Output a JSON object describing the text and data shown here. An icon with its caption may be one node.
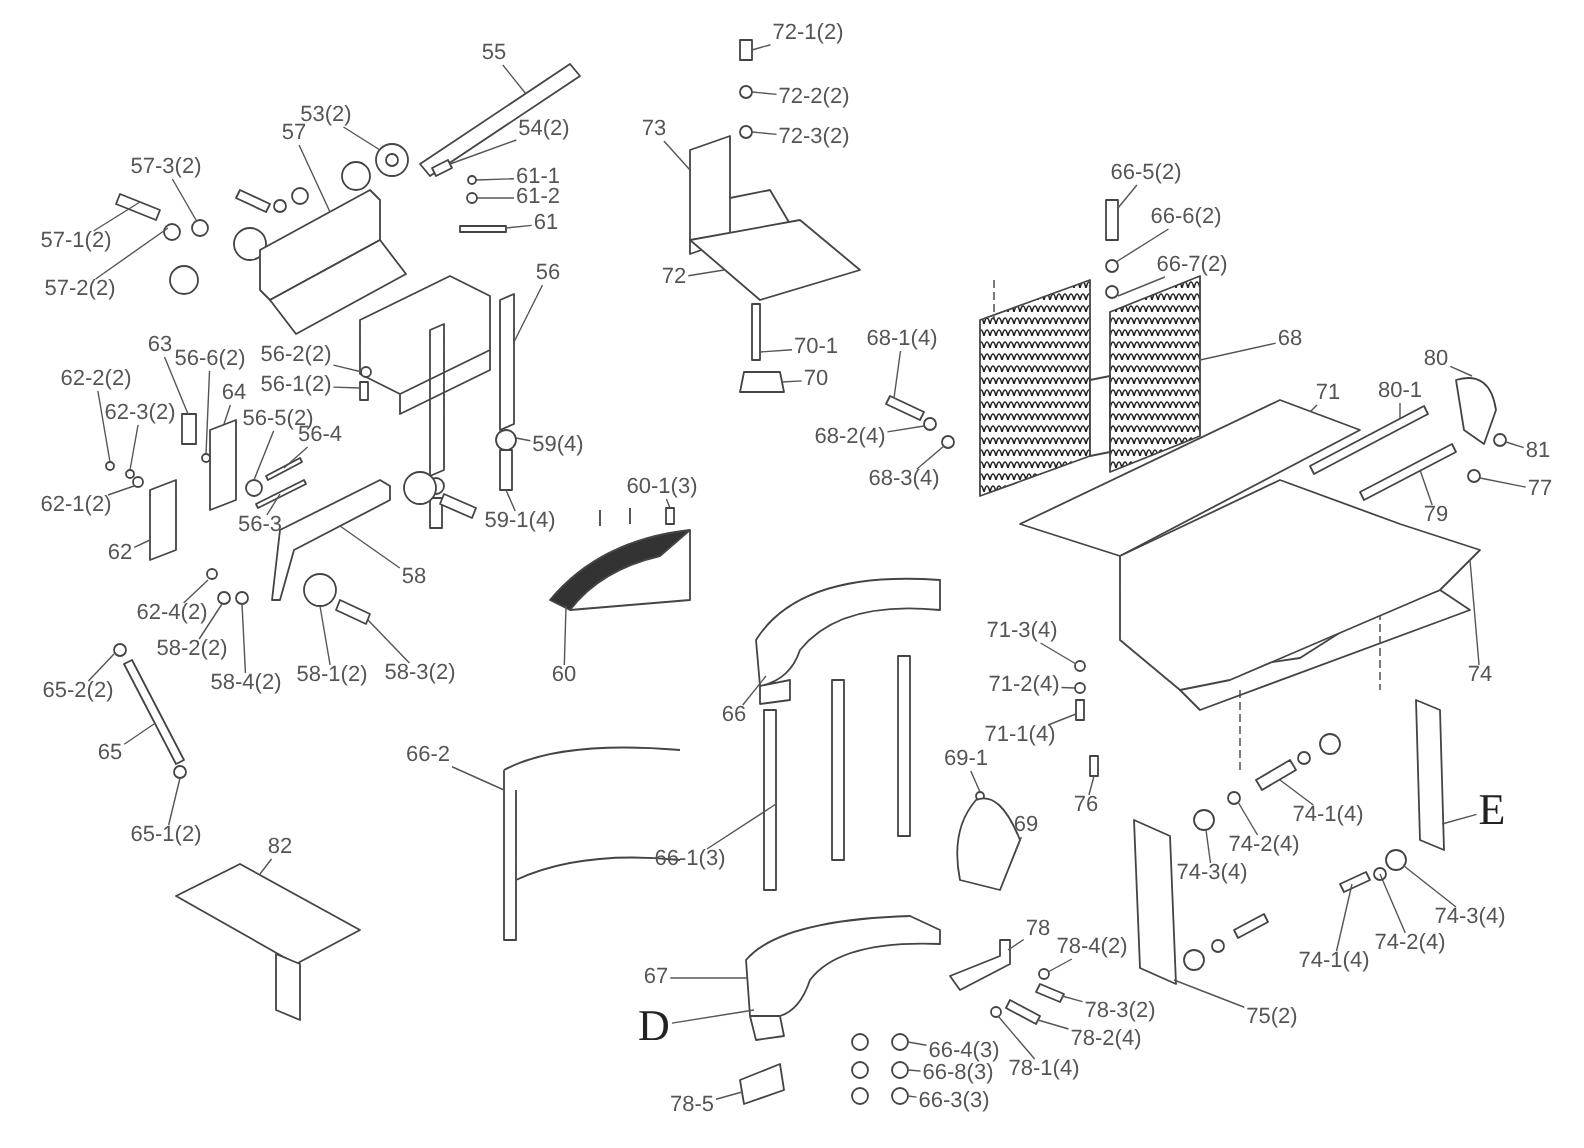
{
  "diagram": {
    "nodes": [
      {
        "text": [
          "55"
        ]
      },
      {
        "text": [
          "53(2)"
        ]
      },
      {
        "text": [
          "57"
        ]
      },
      {
        "text": [
          "54(2)"
        ]
      },
      {
        "text": [
          "57-3(2)"
        ]
      },
      {
        "text": [
          "61-1"
        ]
      },
      {
        "text": [
          "61-2"
        ]
      },
      {
        "text": [
          "57-1(2)"
        ]
      },
      {
        "text": [
          "61"
        ]
      },
      {
        "text": [
          "57-2(2)"
        ]
      },
      {
        "text": [
          "56"
        ]
      },
      {
        "text": [
          "56-2(2)"
        ]
      },
      {
        "text": [
          "56-1(2)"
        ]
      },
      {
        "text": [
          "63"
        ]
      },
      {
        "text": [
          "56-6(2)"
        ]
      },
      {
        "text": [
          "62-2(2)"
        ]
      },
      {
        "text": [
          "64"
        ]
      },
      {
        "text": [
          "62-3(2)"
        ]
      },
      {
        "text": [
          "56-5(2)"
        ]
      },
      {
        "text": [
          "56-4"
        ]
      },
      {
        "text": [
          "59(4)"
        ]
      },
      {
        "text": [
          "62-1(2)"
        ]
      },
      {
        "text": [
          "56-3"
        ]
      },
      {
        "text": [
          "59-1(4)"
        ]
      },
      {
        "text": [
          "62"
        ]
      },
      {
        "text": [
          "58"
        ]
      },
      {
        "text": [
          "62-4(2)"
        ]
      },
      {
        "text": [
          "58-2(2)"
        ]
      },
      {
        "text": [
          "58-4(2)"
        ]
      },
      {
        "text": [
          "58-1(2)"
        ]
      },
      {
        "text": [
          "58-3(2)"
        ]
      },
      {
        "text": [
          "65-2(2)"
        ]
      },
      {
        "text": [
          "60"
        ]
      },
      {
        "text": [
          "65"
        ]
      },
      {
        "text": [
          "65-1(2)"
        ]
      },
      {
        "text": [
          "82"
        ]
      },
      {
        "text": [
          "66-2"
        ]
      },
      {
        "text": [
          "72-1(2)"
        ]
      },
      {
        "text": [
          "72-2(2)"
        ]
      },
      {
        "text": [
          "72-3(2)"
        ]
      },
      {
        "text": [
          "73"
        ]
      },
      {
        "text": [
          "72"
        ]
      },
      {
        "text": [
          "70-1"
        ]
      },
      {
        "text": [
          "70"
        ]
      },
      {
        "text": [
          "68-1(4)"
        ]
      },
      {
        "text": [
          "68-2(4)"
        ]
      },
      {
        "text": [
          "68-3(4)"
        ]
      },
      {
        "text": [
          "60-1(3)"
        ]
      },
      {
        "text": [
          "66-5(2)"
        ]
      },
      {
        "text": [
          "66-6(2)"
        ]
      },
      {
        "text": [
          "66-7(2)"
        ]
      },
      {
        "text": [
          "68"
        ]
      },
      {
        "text": [
          "71"
        ]
      },
      {
        "text": [
          "80-1"
        ]
      },
      {
        "text": [
          "80"
        ]
      },
      {
        "text": [
          "81"
        ]
      },
      {
        "text": [
          "77"
        ]
      },
      {
        "text": [
          "79"
        ]
      },
      {
        "text": [
          "71-3(4)"
        ]
      },
      {
        "text": [
          "71-2(4)"
        ]
      },
      {
        "text": [
          "71-1(4)"
        ]
      },
      {
        "text": [
          "69-1"
        ]
      },
      {
        "text": [
          "76"
        ]
      },
      {
        "text": [
          "66"
        ]
      },
      {
        "text": [
          "69"
        ]
      },
      {
        "text": [
          "66-1(3)"
        ]
      },
      {
        "text": [
          "67"
        ]
      },
      {
        "text": [
          "D"
        ]
      },
      {
        "text": [
          "78"
        ]
      },
      {
        "text": [
          "78-4(2)"
        ]
      },
      {
        "text": [
          "78-3(2)"
        ]
      },
      {
        "text": [
          "78-2(4)"
        ]
      },
      {
        "text": [
          "78-1(4)"
        ]
      },
      {
        "text": [
          "66-4(3)"
        ]
      },
      {
        "text": [
          "66-8(3)"
        ]
      },
      {
        "text": [
          "66-3(3)"
        ]
      },
      {
        "text": [
          "78-5"
        ]
      },
      {
        "text": [
          "74"
        ]
      },
      {
        "text": [
          "74-1(4)"
        ]
      },
      {
        "text": [
          "74-2(4)"
        ]
      },
      {
        "text": [
          "E"
        ]
      },
      {
        "text": [
          "74-3(4)"
        ]
      },
      {
        "text": [
          "74-3(4)"
        ]
      },
      {
        "text": [
          "74-2(4)"
        ]
      },
      {
        "text": [
          "74-1(4)"
        ]
      },
      {
        "text": [
          "75(2)"
        ]
      },
      {
        "text": [],
        "shape": "box"
      },
      {
        "text": [],
        "shape": "circle"
      },
      {
        "text": [],
        "shape": "box"
      },
      {
        "text": [],
        "shape": "box"
      },
      {
        "text": [],
        "shape": "circle"
      },
      {
        "text": [],
        "shape": "circle"
      },
      {
        "text": [],
        "shape": "circle"
      },
      {
        "text": [],
        "shape": "box"
      },
      {
        "text": [],
        "shape": "box"
      },
      {
        "text": [],
        "shape": "circle"
      },
      {
        "text": [],
        "shape": "box"
      },
      {
        "text": [],
        "shape": "circle"
      },
      {
        "text": [],
        "shape": "box"
      },
      {
        "text": [],
        "shape": "box"
      },
      {
        "text": [],
        "shape": "circle"
      },
      {
        "text": [],
        "shape": "circle"
      },
      {
        "text": [],
        "shape": "box"
      },
      {
        "text": [],
        "shape": "circle"
      },
      {
        "text": [],
        "shape": "circle"
      },
      {
        "text": [],
        "shape": "box"
      },
      {
        "text": [],
        "shape": "circle"
      },
      {
        "text": [],
        "shape": "circle"
      },
      {
        "text": [],
        "shape": "box"
      },
      {
        "text": [],
        "shape": "box"
      },
      {
        "text": [],
        "shape": "box"
      },
      {
        "text": [],
        "shape": "box"
      },
      {
        "text": [],
        "shape": "circle"
      },
      {
        "text": [],
        "shape": "circle"
      },
      {
        "text": [],
        "shape": "circle"
      },
      {
        "text": [],
        "shape": "circle"
      },
      {
        "text": [],
        "shape": "box"
      },
      {
        "text": [],
        "shape": "circle"
      },
      {
        "text": [],
        "shape": "picture"
      },
      {
        "text": [],
        "shape": "box"
      },
      {
        "text": [],
        "shape": "circle"
      },
      {
        "text": [],
        "shape": "box"
      },
      {
        "text": [],
        "shape": "picture"
      },
      {
        "text": [],
        "shape": "box"
      },
      {
        "text": [],
        "shape": "circle"
      },
      {
        "text": [],
        "shape": "circle"
      },
      {
        "text": [],
        "shape": "box"
      },
      {
        "text": [],
        "shape": "box"
      },
      {
        "text": [],
        "shape": "box"
      },
      {
        "text": [],
        "shape": "box"
      },
      {
        "text": [],
        "shape": "box"
      },
      {
        "text": [],
        "shape": "circle"
      },
      {
        "text": [],
        "shape": "circle"
      },
      {
        "text": [],
        "shape": "box"
      },
      {
        "text": [],
        "shape": "box"
      },
      {
        "text": [],
        "shape": "circle"
      },
      {
        "text": [],
        "shape": "circle"
      },
      {
        "text": [],
        "shape": "picture"
      },
      {
        "text": [],
        "shape": "box"
      },
      {
        "text": [],
        "shape": "box"
      },
      {
        "text": [],
        "shape": "box"
      },
      {
        "text": [],
        "shape": "circle"
      },
      {
        "text": [],
        "shape": "circle"
      },
      {
        "text": [],
        "shape": "box"
      },
      {
        "text": [],
        "shape": "circle"
      },
      {
        "text": [],
        "shape": "circle"
      },
      {
        "text": [],
        "shape": "box"
      },
      {
        "text": [],
        "shape": "circle"
      },
      {
        "text": [],
        "shape": "box"
      },
      {
        "text": [],
        "shape": "box"
      },
      {
        "text": [],
        "shape": "box"
      },
      {
        "text": [],
        "shape": "box"
      },
      {
        "text": [],
        "shape": "box"
      },
      {
        "text": [],
        "shape": "box"
      },
      {
        "text": [],
        "shape": "circle"
      },
      {
        "text": [],
        "shape": "box"
      },
      {
        "text": [],
        "shape": "box"
      },
      {
        "text": [],
        "shape": "circle"
      },
      {
        "text": [],
        "shape": "circle"
      },
      {
        "text": [],
        "shape": "circle"
      },
      {
        "text": [],
        "shape": "circle"
      },
      {
        "text": [],
        "shape": "box"
      },
      {
        "text": [],
        "shape": "box"
      },
      {
        "text": [],
        "shape": "box"
      },
      {
        "text": [],
        "shape": "circle"
      },
      {
        "text": [],
        "shape": "box"
      },
      {
        "text": [],
        "shape": "circle"
      },
      {
        "text": [],
        "shape": "circle"
      },
      {
        "text": [],
        "shape": "circle"
      },
      {
        "text": [],
        "shape": "box"
      },
      {
        "text": [],
        "shape": "box"
      }
    ],
    "edges": [
      {
        "from": 0,
        "to": 86,
        "arrow": "none"
      },
      {
        "from": 1,
        "to": 87,
        "arrow": "none"
      },
      {
        "from": 2,
        "to": 88,
        "arrow": "none"
      },
      {
        "from": 3,
        "to": 89,
        "arrow": "none"
      },
      {
        "from": 4,
        "to": 90,
        "arrow": "none"
      },
      {
        "from": 5,
        "to": 91,
        "arrow": "none"
      },
      {
        "from": 6,
        "to": 92,
        "arrow": "none"
      },
      {
        "from": 7,
        "to": 93,
        "arrow": "none"
      },
      {
        "from": 8,
        "to": 94,
        "arrow": "none"
      },
      {
        "from": 9,
        "to": 95,
        "arrow": "none"
      },
      {
        "from": 10,
        "to": 96,
        "arrow": "none"
      },
      {
        "from": 11,
        "to": 97,
        "arrow": "none"
      },
      {
        "from": 12,
        "to": 98,
        "arrow": "none"
      },
      {
        "from": 13,
        "to": 99,
        "arrow": "none"
      },
      {
        "from": 14,
        "to": 100,
        "arrow": "none"
      },
      {
        "from": 15,
        "to": 101,
        "arrow": "none"
      },
      {
        "from": 16,
        "to": 102,
        "arrow": "none"
      },
      {
        "from": 17,
        "to": 103,
        "arrow": "none"
      },
      {
        "from": 18,
        "to": 104,
        "arrow": "none"
      },
      {
        "from": 19,
        "to": 105,
        "arrow": "none"
      },
      {
        "from": 20,
        "to": 106,
        "arrow": "none"
      },
      {
        "from": 21,
        "to": 107,
        "arrow": "none"
      },
      {
        "from": 22,
        "to": 108,
        "arrow": "none"
      },
      {
        "from": 23,
        "to": 109,
        "arrow": "none"
      },
      {
        "from": 24,
        "to": 110,
        "arrow": "none"
      },
      {
        "from": 25,
        "to": 111,
        "arrow": "none"
      },
      {
        "from": 26,
        "to": 112,
        "arrow": "none"
      },
      {
        "from": 27,
        "to": 113,
        "arrow": "none"
      },
      {
        "from": 28,
        "to": 114,
        "arrow": "none"
      },
      {
        "from": 29,
        "to": 115,
        "arrow": "none"
      },
      {
        "from": 30,
        "to": 116,
        "arrow": "none"
      },
      {
        "from": 31,
        "to": 117,
        "arrow": "none"
      },
      {
        "from": 32,
        "to": 118,
        "arrow": "none"
      },
      {
        "from": 33,
        "to": 119,
        "arrow": "none"
      },
      {
        "from": 34,
        "to": 120,
        "arrow": "none"
      },
      {
        "from": 35,
        "to": 121,
        "arrow": "none"
      },
      {
        "from": 36,
        "to": 122,
        "arrow": "none"
      },
      {
        "from": 37,
        "to": 123,
        "arrow": "none"
      },
      {
        "from": 38,
        "to": 124,
        "arrow": "none"
      },
      {
        "from": 39,
        "to": 125,
        "arrow": "none"
      },
      {
        "from": 40,
        "to": 126,
        "arrow": "none"
      },
      {
        "from": 41,
        "to": 127,
        "arrow": "none"
      },
      {
        "from": 42,
        "to": 128,
        "arrow": "none"
      },
      {
        "from": 43,
        "to": 129,
        "arrow": "none"
      },
      {
        "from": 44,
        "to": 130,
        "arrow": "none"
      },
      {
        "from": 45,
        "to": 131,
        "arrow": "none"
      },
      {
        "from": 46,
        "to": 132,
        "arrow": "none"
      },
      {
        "from": 47,
        "to": 133,
        "arrow": "none"
      },
      {
        "from": 48,
        "to": 134,
        "arrow": "none"
      },
      {
        "from": 49,
        "to": 135,
        "arrow": "none"
      },
      {
        "from": 50,
        "to": 136,
        "arrow": "none"
      },
      {
        "from": 51,
        "to": 137,
        "arrow": "none"
      },
      {
        "from": 52,
        "to": 138,
        "arrow": "none"
      },
      {
        "from": 53,
        "to": 139,
        "arrow": "none"
      },
      {
        "from": 54,
        "to": 140,
        "arrow": "none"
      },
      {
        "from": 55,
        "to": 141,
        "arrow": "none"
      },
      {
        "from": 56,
        "to": 142,
        "arrow": "none"
      },
      {
        "from": 57,
        "to": 143,
        "arrow": "none"
      },
      {
        "from": 58,
        "to": 144,
        "arrow": "none"
      },
      {
        "from": 59,
        "to": 145,
        "arrow": "none"
      },
      {
        "from": 60,
        "to": 146,
        "arrow": "none"
      },
      {
        "from": 61,
        "to": 147,
        "arrow": "none"
      },
      {
        "from": 62,
        "to": 148,
        "arrow": "none"
      },
      {
        "from": 63,
        "to": 149,
        "arrow": "none"
      },
      {
        "from": 64,
        "to": 150,
        "arrow": "none"
      },
      {
        "from": 65,
        "to": 151,
        "arrow": "none"
      },
      {
        "from": 66,
        "to": 152,
        "arrow": "none"
      },
      {
        "from": 67,
        "to": 152,
        "arrow": "none"
      },
      {
        "from": 68,
        "to": 153,
        "arrow": "none"
      },
      {
        "from": 69,
        "to": 154,
        "arrow": "none"
      },
      {
        "from": 70,
        "to": 155,
        "arrow": "none"
      },
      {
        "from": 71,
        "to": 156,
        "arrow": "none"
      },
      {
        "from": 72,
        "to": 157,
        "arrow": "none"
      },
      {
        "from": 73,
        "to": 158,
        "arrow": "none"
      },
      {
        "from": 74,
        "to": 159,
        "arrow": "none"
      },
      {
        "from": 75,
        "to": 160,
        "arrow": "none"
      },
      {
        "from": 76,
        "to": 161,
        "arrow": "none"
      },
      {
        "from": 77,
        "to": 162,
        "arrow": "none"
      },
      {
        "from": 78,
        "to": 163,
        "arrow": "none"
      },
      {
        "from": 79,
        "to": 164,
        "arrow": "none"
      },
      {
        "from": 80,
        "to": 165,
        "arrow": "none"
      },
      {
        "from": 81,
        "to": 166,
        "arrow": "none"
      },
      {
        "from": 82,
        "to": 167,
        "arrow": "none"
      },
      {
        "from": 83,
        "to": 168,
        "arrow": "none"
      },
      {
        "from": 84,
        "to": 169,
        "arrow": "none"
      },
      {
        "from": 85,
        "to": 170,
        "arrow": "none"
      }
    ]
  }
}
